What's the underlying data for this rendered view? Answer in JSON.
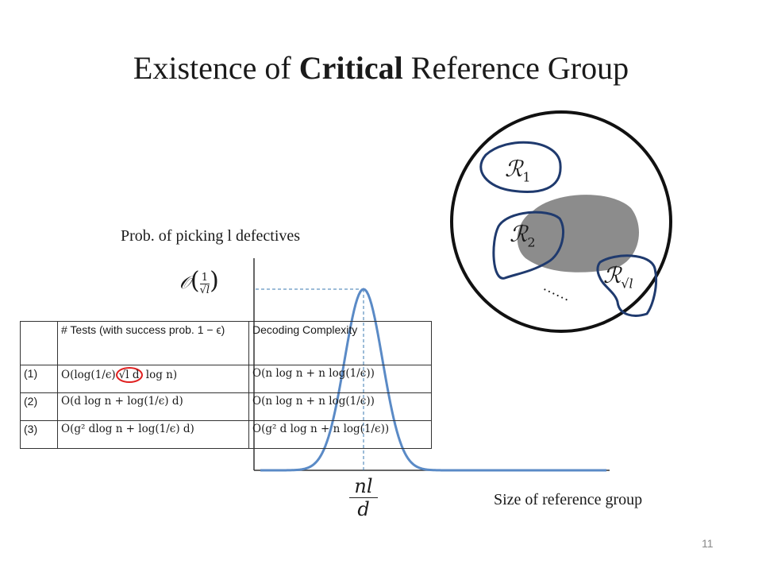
{
  "slide": {
    "title_pre": "Existence of ",
    "title_bold": "Critical",
    "title_post": " Reference Group",
    "page_number": "11"
  },
  "plot": {
    "ylabel": "Prob. of picking l defectives",
    "xlabel": "Size of reference group",
    "peak_label": "O(1/√l)",
    "peak_x_label_num": "nl",
    "peak_x_label_den": "d"
  },
  "venn": {
    "set1": "R1",
    "set2": "R2",
    "set3": "R√l",
    "ellipsis": "……"
  },
  "table": {
    "header": [
      "",
      "# Tests (with success prob. 1 − ϵ)",
      "Decoding Complexity"
    ],
    "rows": [
      {
        "label": "(1)",
        "tests_pre": "O(log(1/ϵ)",
        "tests_circled": "√l d",
        "tests_post": " log n)",
        "decoding": "O(n log n + n log(1/ϵ))"
      },
      {
        "label": "(2)",
        "tests": "O(d log n + log(1/ϵ) d)",
        "decoding": "O(n log n + n log(1/ϵ))"
      },
      {
        "label": "(3)",
        "tests": "O(g² dlog n + log(1/ϵ) d)",
        "decoding": "O(g² d log n + n log(1/ϵ))"
      }
    ]
  },
  "colors": {
    "curve": "#5a8ac6",
    "venn_outline": "#1f3a6e",
    "blob": "#8c8c8c",
    "highlight": "#e02020"
  }
}
